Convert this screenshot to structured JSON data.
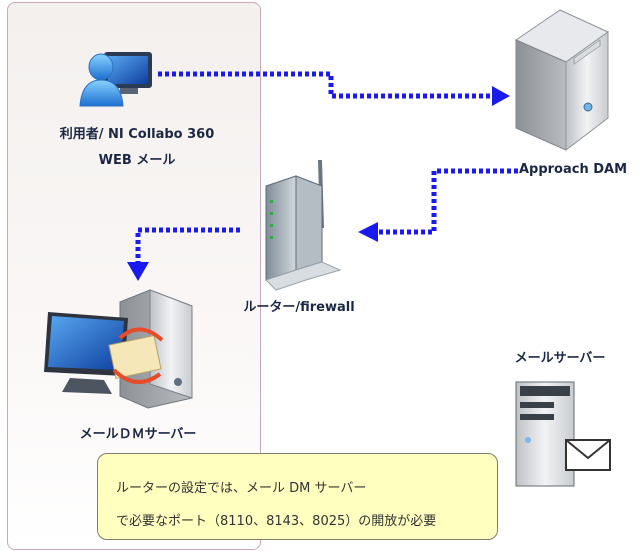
{
  "labels": {
    "user_line1": "利用者/ NI Collabo 360",
    "user_line2": "WEB メール",
    "server": "Approach DAM",
    "router": "ルーター/firewall",
    "mail_dm_server": "メールＤＭサーバー",
    "mail_server": "メールサーバー"
  },
  "note": {
    "line1": "ルーターの設定では、メール DM サーバー",
    "line2": "で必要なポート（8110、8143、8025）の開放が必要"
  },
  "colors": {
    "arrow": "#1a1aee",
    "note_bg": "#ffffbf",
    "panel_border": "#c9a9bf",
    "label_text": "#1b2745"
  }
}
